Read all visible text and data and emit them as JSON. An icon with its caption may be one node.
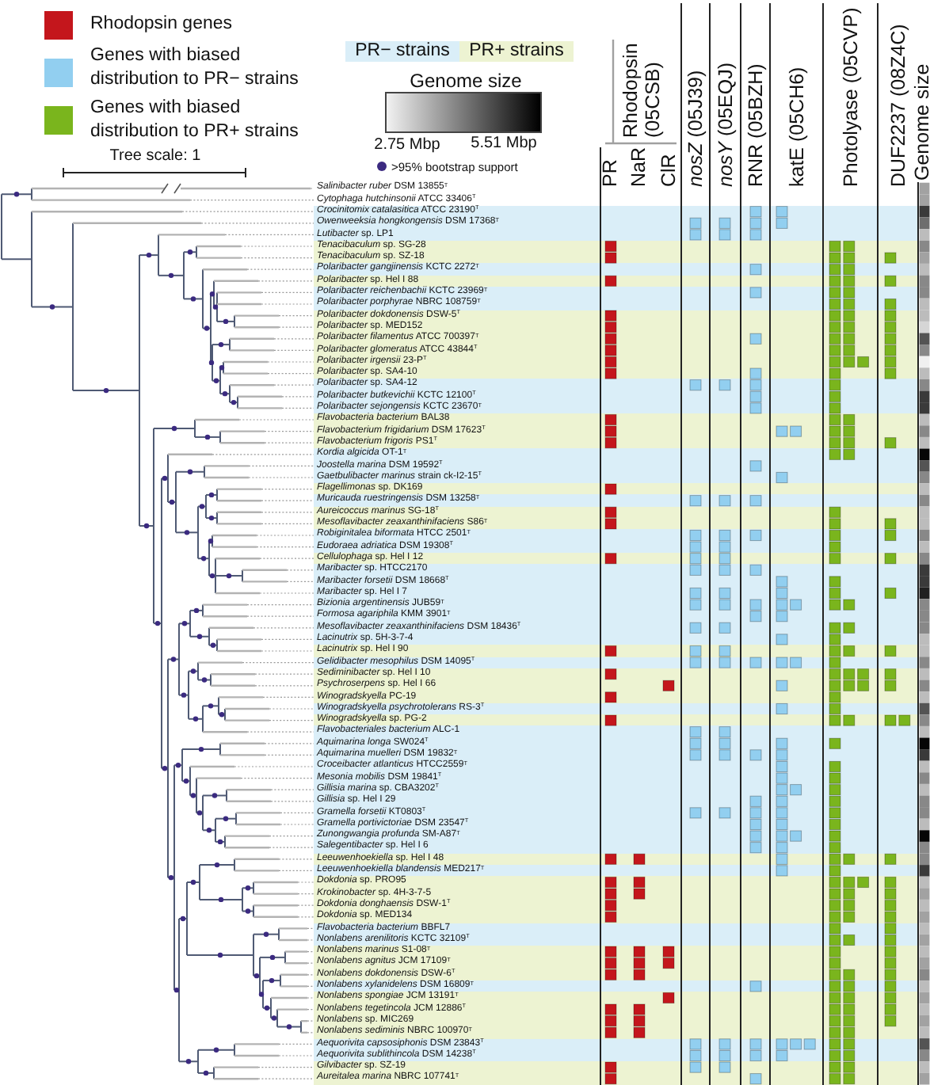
{
  "diagram": {
    "nodes": [
      {
        "text": [
          "Genome size"
        ],
        "beside": [
          "2.75 Mbp",
          "5.51 Mbp"
        ]
      }
    ],
    "labels": [
      "Tree scale: 1",
      "Rhodopsin (05CSB)",
      "PR",
      "NaR",
      "ClR",
      "*nosZ* (05J39)",
      "*nosY* (05EQJ)",
      "RNR (05BZH)",
      "katE (05CH6)",
      "Photolyase (05CVP)",
      "DUF2237 (08Z4C)",
      "Genome size",
      "*Salinibacter ruber* DSM 13855$^{T}$",
      "*Cytophaga hutchinsonii* ATCC 33406$^{T}$",
      "*Crocinitomix catalasitica* ATCC 23190$^{T}$",
      "*Owenweeksia hongkongensis* DSM 17368$^{T}$",
      "*Lutibacter* sp. LP1",
      "*Tenacibaculum* sp. SG-28",
      "*Tenacibaculum* sp. SZ-18",
      "*Polaribacter gangjinensis* KCTC 2272$^{T}$",
      "*Polaribacter* sp. Hel I 88",
      "*Polaribacter reichenbachii* KCTC 23969$^{T}$",
      "*Polaribacter porphyrae* NBRC 108759$^{T}$",
      "*Polaribacter dokdonensis* DSW-5$^{T}$",
      "*Polaribacter* sp. MED152",
      "*Polaribacter filamentus* ATCC 700397$^{T}$",
      "*Polaribacter glomeratus* ATCC 43844$^{T}$",
      "*Polaribacter irgensii* 23-P$^{T}$",
      "*Polaribacter* sp. SA4-10",
      "*Polaribacter* sp. SA4-12",
      "*Polaribacter butkevichii* KCTC 12100$^{T}$",
      "*Polaribacter sejongensis* KCTC 23670$^{T}$",
      "*Flavobacteria bacterium* BAL38",
      "*Flavobacterium frigidarium* DSM 17623$^{T}$",
      "*Flavobacterium frigoris* PS1$^{T}$",
      "*Kordia algicida* OT-1$^{T}$",
      "*Joostella marina* DSM 19592$^{T}$",
      "*Gaetbulibacter marinus* strain ck-I2-15$^{T}$",
      "*Flagellimonas* sp. DK169",
      "*Muricauda ruestringensis* DSM 13258$^{T}$",
      "*Aureicoccus marinus* SG-18$^{T}$",
      "*Mesoflavibacter zeaxanthinifaciens* S86$^{T}$",
      "*Robiginitalea biformata* HTCC 2501$^{T}$",
      "*Eudoraea adriatica* DSM 19308$^{T}$",
      "*Cellulophaga* sp. Hel I 12",
      "*Maribacter* sp. HTCC2170",
      "*Maribacter forsetii* DSM 18668$^{T}$",
      "*Maribacter* sp. Hel I 7",
      "*Bizionia argentinensis* JUB59$^{T}$",
      "*Formosa agariphila* KMM 3901$^{T}$",
      "*Mesoflavibacter zeaxanthinifaciens* DSM 18436$^{T}$",
      "*Lacinutrix* sp. 5H-3-7-4",
      "*Lacinutrix* sp. Hel I 90",
      "*Gelidibacter mesophilus* DSM 14095$^{T}$",
      "*Sediminibacter* sp. Hel I 10",
      "*Psychroserpens* sp. Hel I 66",
      "*Winogradskyella* PC-19",
      "*Winogradskyella psychrotolerans* RS-3$^{T}$",
      "*Winogradskyella* sp. PG-2",
      "*Flavobacteriales bacterium* ALC-1",
      "*Aquimarina longa* SW024$^{T}$",
      "*Aquimarina muelleri* DSM 19832$^{T}$",
      "*Croceibacter atlanticus* HTCC2559$^{T}$",
      "*Mesonia mobilis* DSM 19841$^{T}$",
      "*Gillisia marina* sp. CBA3202$^{T}$",
      "*Gillisia* sp. Hel I 29",
      "*Gramella forsetii* KT0803$^{T}$",
      "*Gramella portivictoriae* DSM 23547$^{T}$",
      "*Zunongwangia profunda* SM-A87$^{T}$",
      "*Salegentibacter* sp. Hel I 6",
      "*Leeuwenhoekiella* sp. Hel I 48",
      "*Leeuwenhoekiella blandensis* MED217$^{T}$",
      "*Dokdonia* sp. PRO95",
      "*Krokinobacter* sp. 4H-3-7-5",
      "*Dokdonia donghaensis* DSW-1$^{T}$",
      "*Dokdonia* sp. MED134",
      "*Flavobacteria bacterium* BBFL7",
      "*Nonlabens arenilitoris* KCTC 32109$^{T}$",
      "*Nonlabens marinus* S1-08$^{T}$",
      "*Nonlabens agnitus* JCM 17109$^{T}$",
      "*Nonlabens dokdonensis* DSW-6$^{T}$",
      "*Nonlabens xylanidelens* DSM 16809$^{T}$",
      "*Nonlabens spongiae* JCM 13191$^{T}$",
      "*Nonlabens tegetincola* JCM 12886$^{T}$",
      "*Nonlabens* sp. MIC269",
      "*Nonlabens sediminis* NBRC 100970$^{T}$",
      "*Aequorivita capsosiphonis* DSM 23843$^{T}$",
      "*Aequorivita sublithincola* DSM 14238$^{T}$",
      "*Gilvibacter* sp. SZ-19",
      "*Aureitalea marina* NBRC 107741$^{T}$"
    ],
    "legend": [
      {
        "text": "Rhodopsin genes",
        "color": "#c4161c"
      },
      {
        "text": "Genes with biased distribution to PR− strains",
        "color": "#92cff0"
      },
      {
        "text": "Genes with biased distribution to PR+ strains",
        "color": "#7ab51d"
      },
      {
        "text": "PR− strains",
        "color": "#daeef8"
      },
      {
        "text": "PR+ strains",
        "color": "#edf3d2"
      },
      {
        "text": ">95% bootstrap support"
      }
    ]
  }
}
